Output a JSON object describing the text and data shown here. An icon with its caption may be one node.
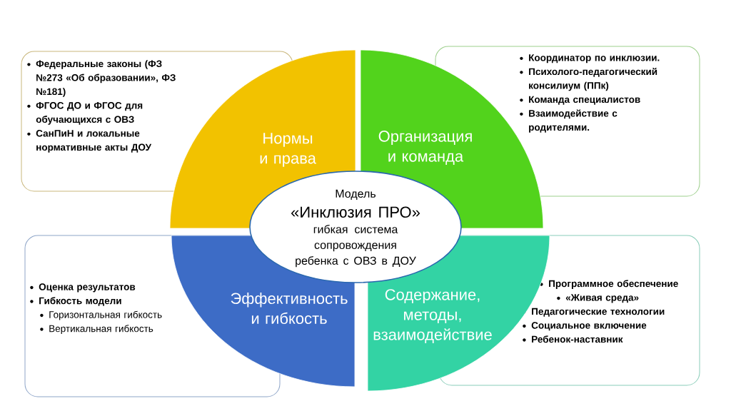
{
  "diagram": {
    "nodes": [
      {
        "text": [
          "Федеральные законы (ФЗ №273 «Об образовании», ФЗ №181)",
          "ФГОС ДО и ФГОС для обучающихся с ОВЗ",
          "СанПиН и локальные нормативные акты ДОУ"
        ]
      },
      {
        "text": [
          "Нормы и права"
        ]
      },
      {
        "text": [
          "Организация и команда"
        ]
      },
      {
        "text": [
          "Координатор по инклюзии.",
          "Психолого-педагогический консилиум (ППк)",
          "Команда специалистов",
          "Взаимодействие с родителями."
        ]
      },
      {
        "text": [
          "Модель",
          "«Инклюзия ПРО»",
          "гибкая система сопровождения ребенка с ОВЗ в ДОУ"
        ]
      },
      {
        "text": [
          "Оценка результатов",
          "Гибкость модели",
          "Горизонтальная гибкость",
          "Вертикальная гибкость"
        ]
      },
      {
        "text": [
          "Эффективность и гибкость"
        ]
      },
      {
        "text": [
          "Содержание, методы, взаимодействие"
        ]
      },
      {
        "text": [
          "Программное обеспечение",
          "«Живая среда»",
          "Педагогические технологии",
          "Социальное включение",
          "Ребенок-наставник"
        ]
      }
    ]
  }
}
